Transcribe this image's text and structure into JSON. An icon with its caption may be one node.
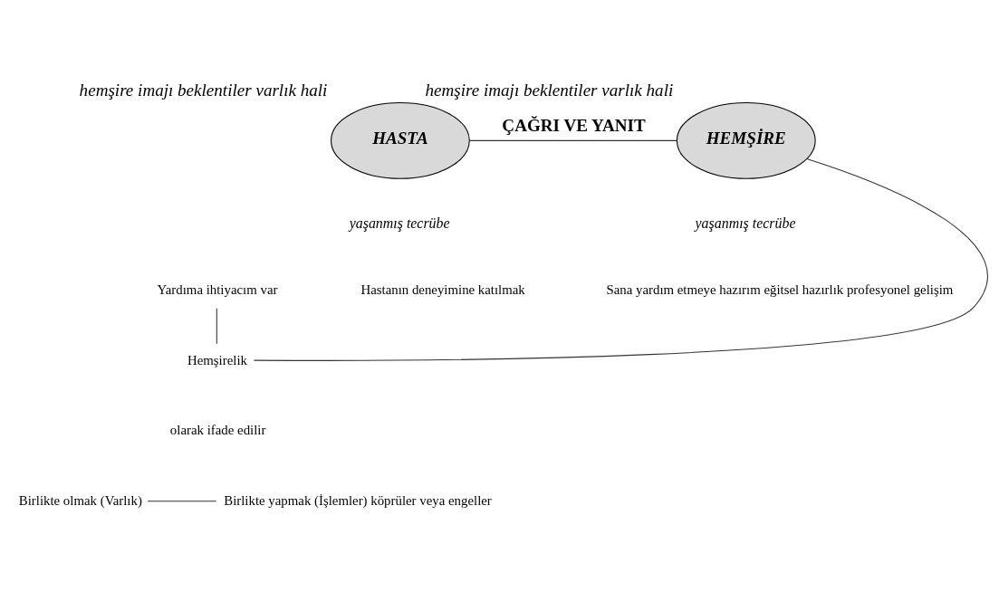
{
  "diagram": {
    "nodes": [
      {
        "text": [
          "HASTA"
        ],
        "beside": [
          "hemşire imajı beklentiler varlık hali",
          "yaşanmış tecrübe"
        ]
      },
      {
        "text": [
          "HEMŞİRE"
        ],
        "beside": [
          "hemşire imajı beklentiler varlık hali",
          "yaşanmış tecrübe"
        ]
      },
      {
        "text": [
          "Yardıma ihtiyacım var"
        ]
      },
      {
        "text": [
          "Hemşirelik"
        ]
      },
      {
        "text": [
          "Birlikte olmak (Varlık)"
        ]
      },
      {
        "text": [
          "Birlikte yapmak (İşlemler) köprüler veya engeller"
        ]
      }
    ],
    "edges": [
      {
        "from": 0,
        "to": 1,
        "arrow": "none",
        "label": "ÇAĞRI VE YANIT"
      },
      {
        "from": 2,
        "to": 3,
        "arrow": "none"
      },
      {
        "from": 3,
        "to": 1,
        "arrow": "none"
      },
      {
        "from": 4,
        "to": 5,
        "arrow": "none"
      }
    ],
    "labels": [
      "Sana yardım etmeye hazırım eğitsel hazırlık profesyonel gelişim",
      "Hastanın deneyimine katılmak",
      "olarak ifade edilir"
    ]
  }
}
